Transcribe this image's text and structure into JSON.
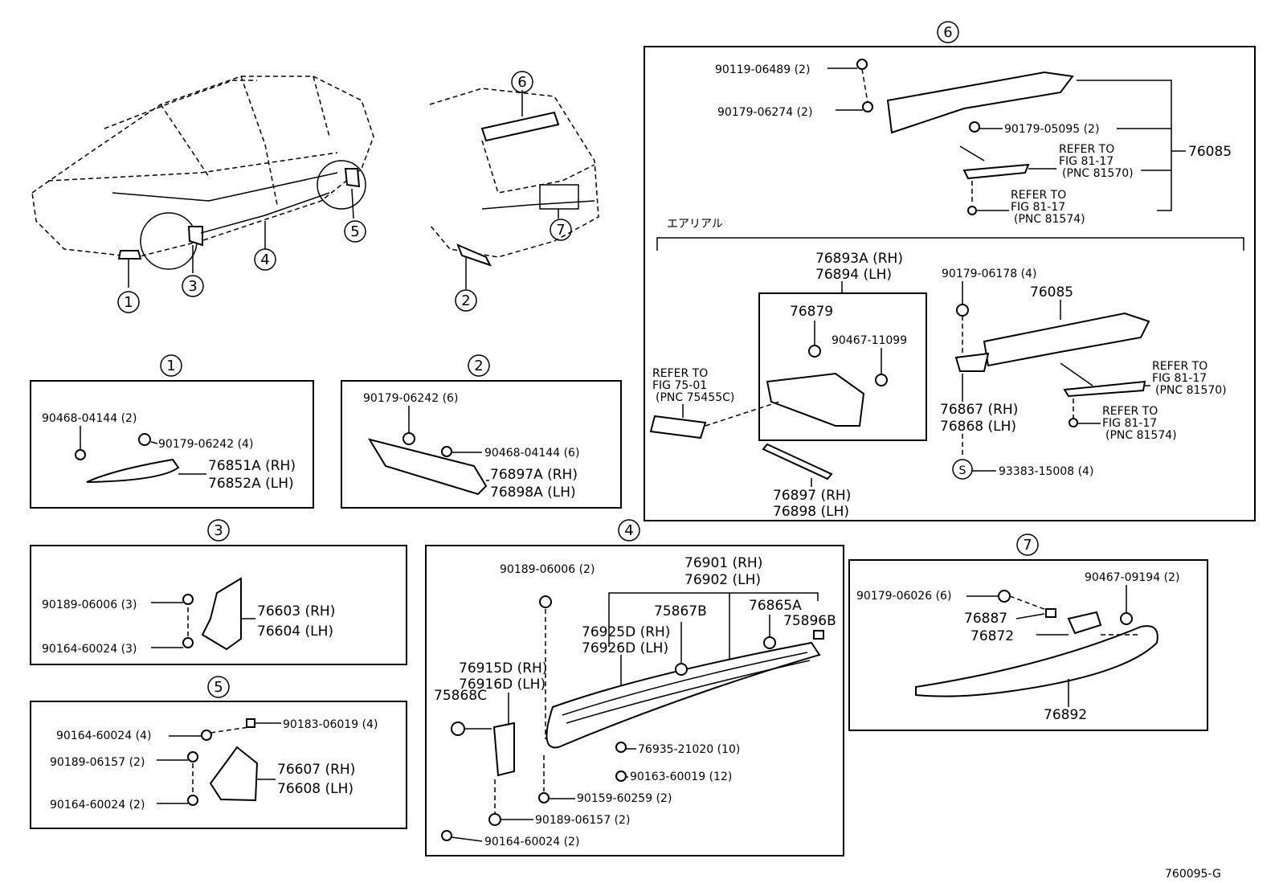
{
  "diagram_id": "760095-G",
  "aerial_label": "エアリアル",
  "callouts": {
    "c1": "1",
    "c2": "2",
    "c3": "3",
    "c4": "4",
    "c5": "5",
    "c6": "6",
    "c7": "7"
  },
  "group1": {
    "p90468": "90468-04144 (2)",
    "p90179": "90179-06242 (4)",
    "rh": "76851A (RH)",
    "lh": "76852A (LH)"
  },
  "group2": {
    "p90179": "90179-06242 (6)",
    "p90468": "90468-04144 (6)",
    "rh": "76897A (RH)",
    "lh": "76898A (LH)"
  },
  "group3": {
    "p90189": "90189-06006 (3)",
    "p90164": "90164-60024 (3)",
    "rh": "76603 (RH)",
    "lh": "76604 (LH)"
  },
  "group5": {
    "p90164a": "90164-60024 (4)",
    "p90183": "90183-06019 (4)",
    "p90189": "90189-06157 (2)",
    "p90164b": "90164-60024 (2)",
    "rh": "76607 (RH)",
    "lh": "76608 (LH)"
  },
  "group4": {
    "p90189a": "90189-06006 (2)",
    "rh_top": "76901 (RH)",
    "lh_top": "76902 (LH)",
    "p75867": "75867B",
    "p76865": "76865A",
    "p75896": "75896B",
    "rh_mid": "76925D (RH)",
    "lh_mid": "76926D (LH)",
    "rh_brk": "76915D (RH)",
    "lh_brk": "76916D (LH)",
    "p75868": "75868C",
    "p76935": "76935-21020 (10)",
    "p90163": "90163-60019 (12)",
    "p90159": "90159-60259 (2)",
    "p90189b": "90189-06157 (2)",
    "p90164": "90164-60024 (2)"
  },
  "group6": {
    "p90119": "90119-06489 (2)",
    "p90179a": "90179-06274 (2)",
    "p90179b": "90179-05095 (2)",
    "ref1a": "REFER TO",
    "ref1b": "FIG 81-17",
    "ref1c": "(PNC 81570)",
    "ref2a": "REFER TO",
    "ref2b": "FIG 81-17",
    "ref2c": "(PNC 81574)",
    "main": "76085",
    "rh_box": "76893A (RH)",
    "lh_box": "76894  (LH)",
    "p76879": "76879",
    "p90467": "90467-11099",
    "ref3a": "REFER TO",
    "ref3b": "FIG 75-01",
    "ref3c": "(PNC 75455C)",
    "rh_strip": "76897 (RH)",
    "lh_strip": "76898 (LH)",
    "p90179c": "90179-06178 (4)",
    "main2": "76085",
    "ref4a": "REFER TO",
    "ref4b": "FIG 81-17",
    "ref4c": "(PNC 81570)",
    "ref5a": "REFER TO",
    "ref5b": "FIG 81-17",
    "ref5c": "(PNC 81574)",
    "rh_hinge": "76867 (RH)",
    "lh_hinge": "76868 (LH)",
    "s_mark": "S",
    "p93383": "93383-15008 (4)"
  },
  "group7": {
    "p90179": "90179-06026 (6)",
    "p90467": "90467-09194 (2)",
    "p76887": "76887",
    "p76872": "76872",
    "p76892": "76892"
  }
}
